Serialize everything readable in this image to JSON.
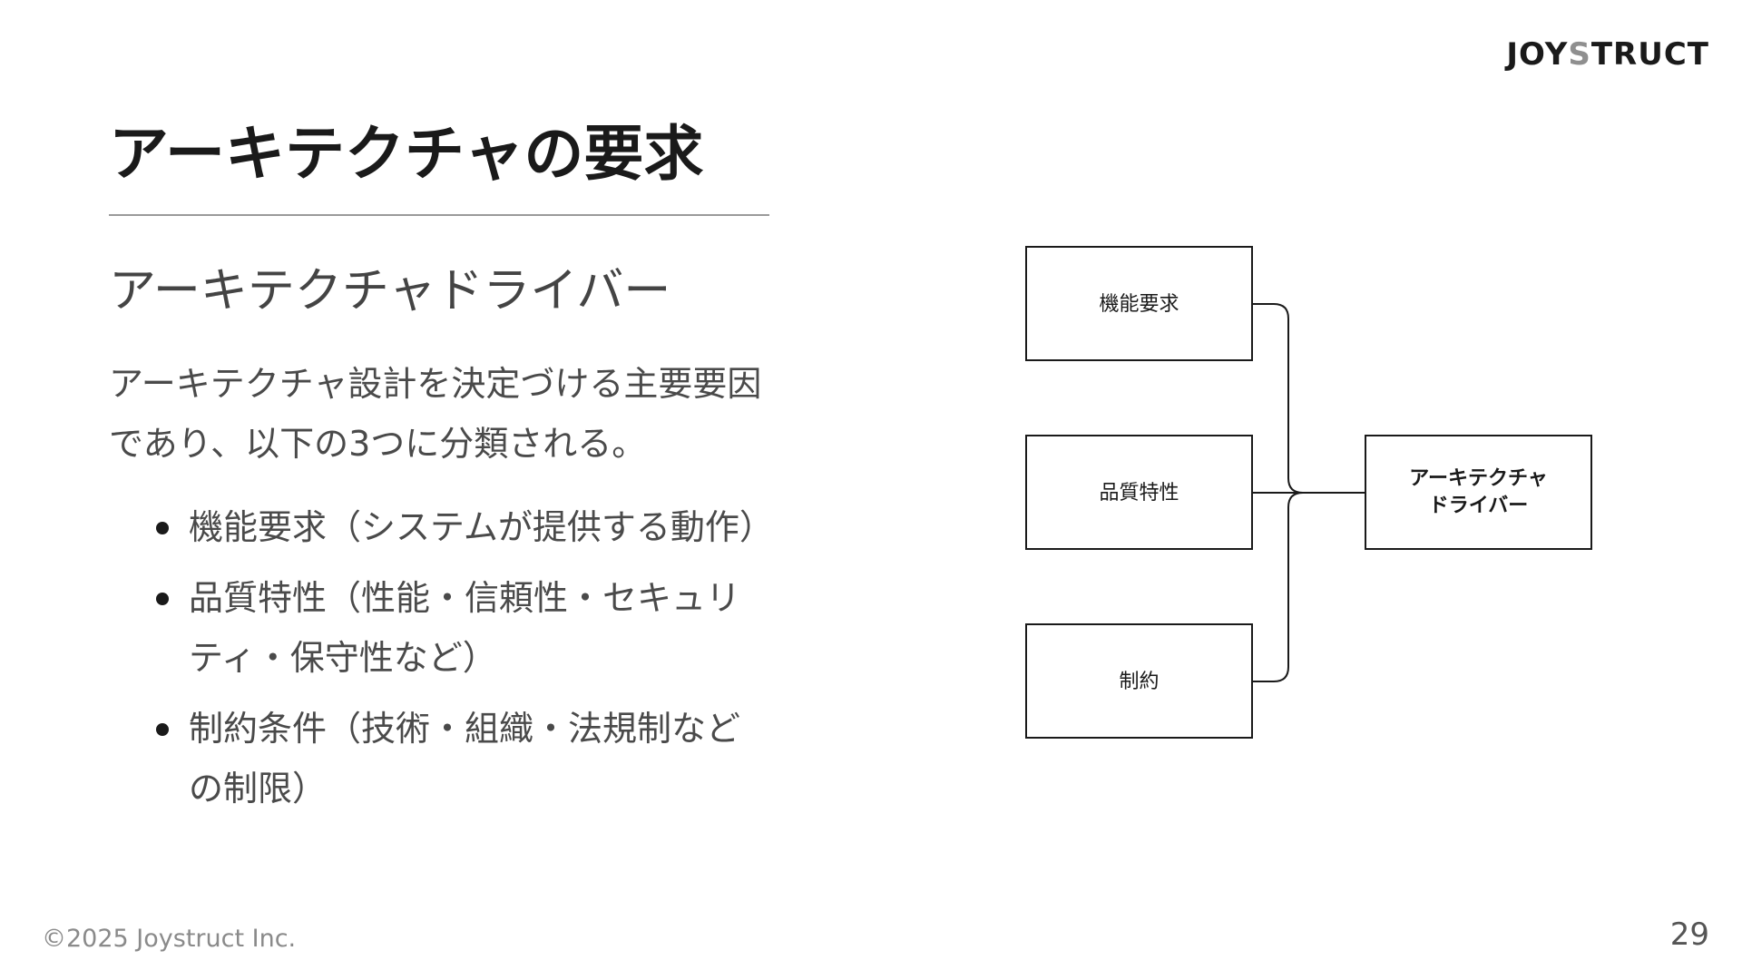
{
  "logo": {
    "part1": "JOY",
    "part2": "S",
    "part3": "TRUCT"
  },
  "title": "アーキテクチャの要求",
  "subtitle": "アーキテクチャドライバー",
  "body": "アーキテクチャ設計を決定づける主要要因であり、以下の3つに分類される。",
  "bullets": [
    "機能要求（システムが提供する動作）",
    "品質特性（性能・信頼性・セキュリティ・保守性など）",
    "制約条件（技術・組織・法規制などの制限）"
  ],
  "diagram": {
    "inputs": [
      "機能要求",
      "品質特性",
      "制約"
    ],
    "output_line1": "アーキテクチャ",
    "output_line2": "ドライバー"
  },
  "footer": {
    "copyright": "©2025 Joystruct Inc.",
    "page": "29"
  }
}
